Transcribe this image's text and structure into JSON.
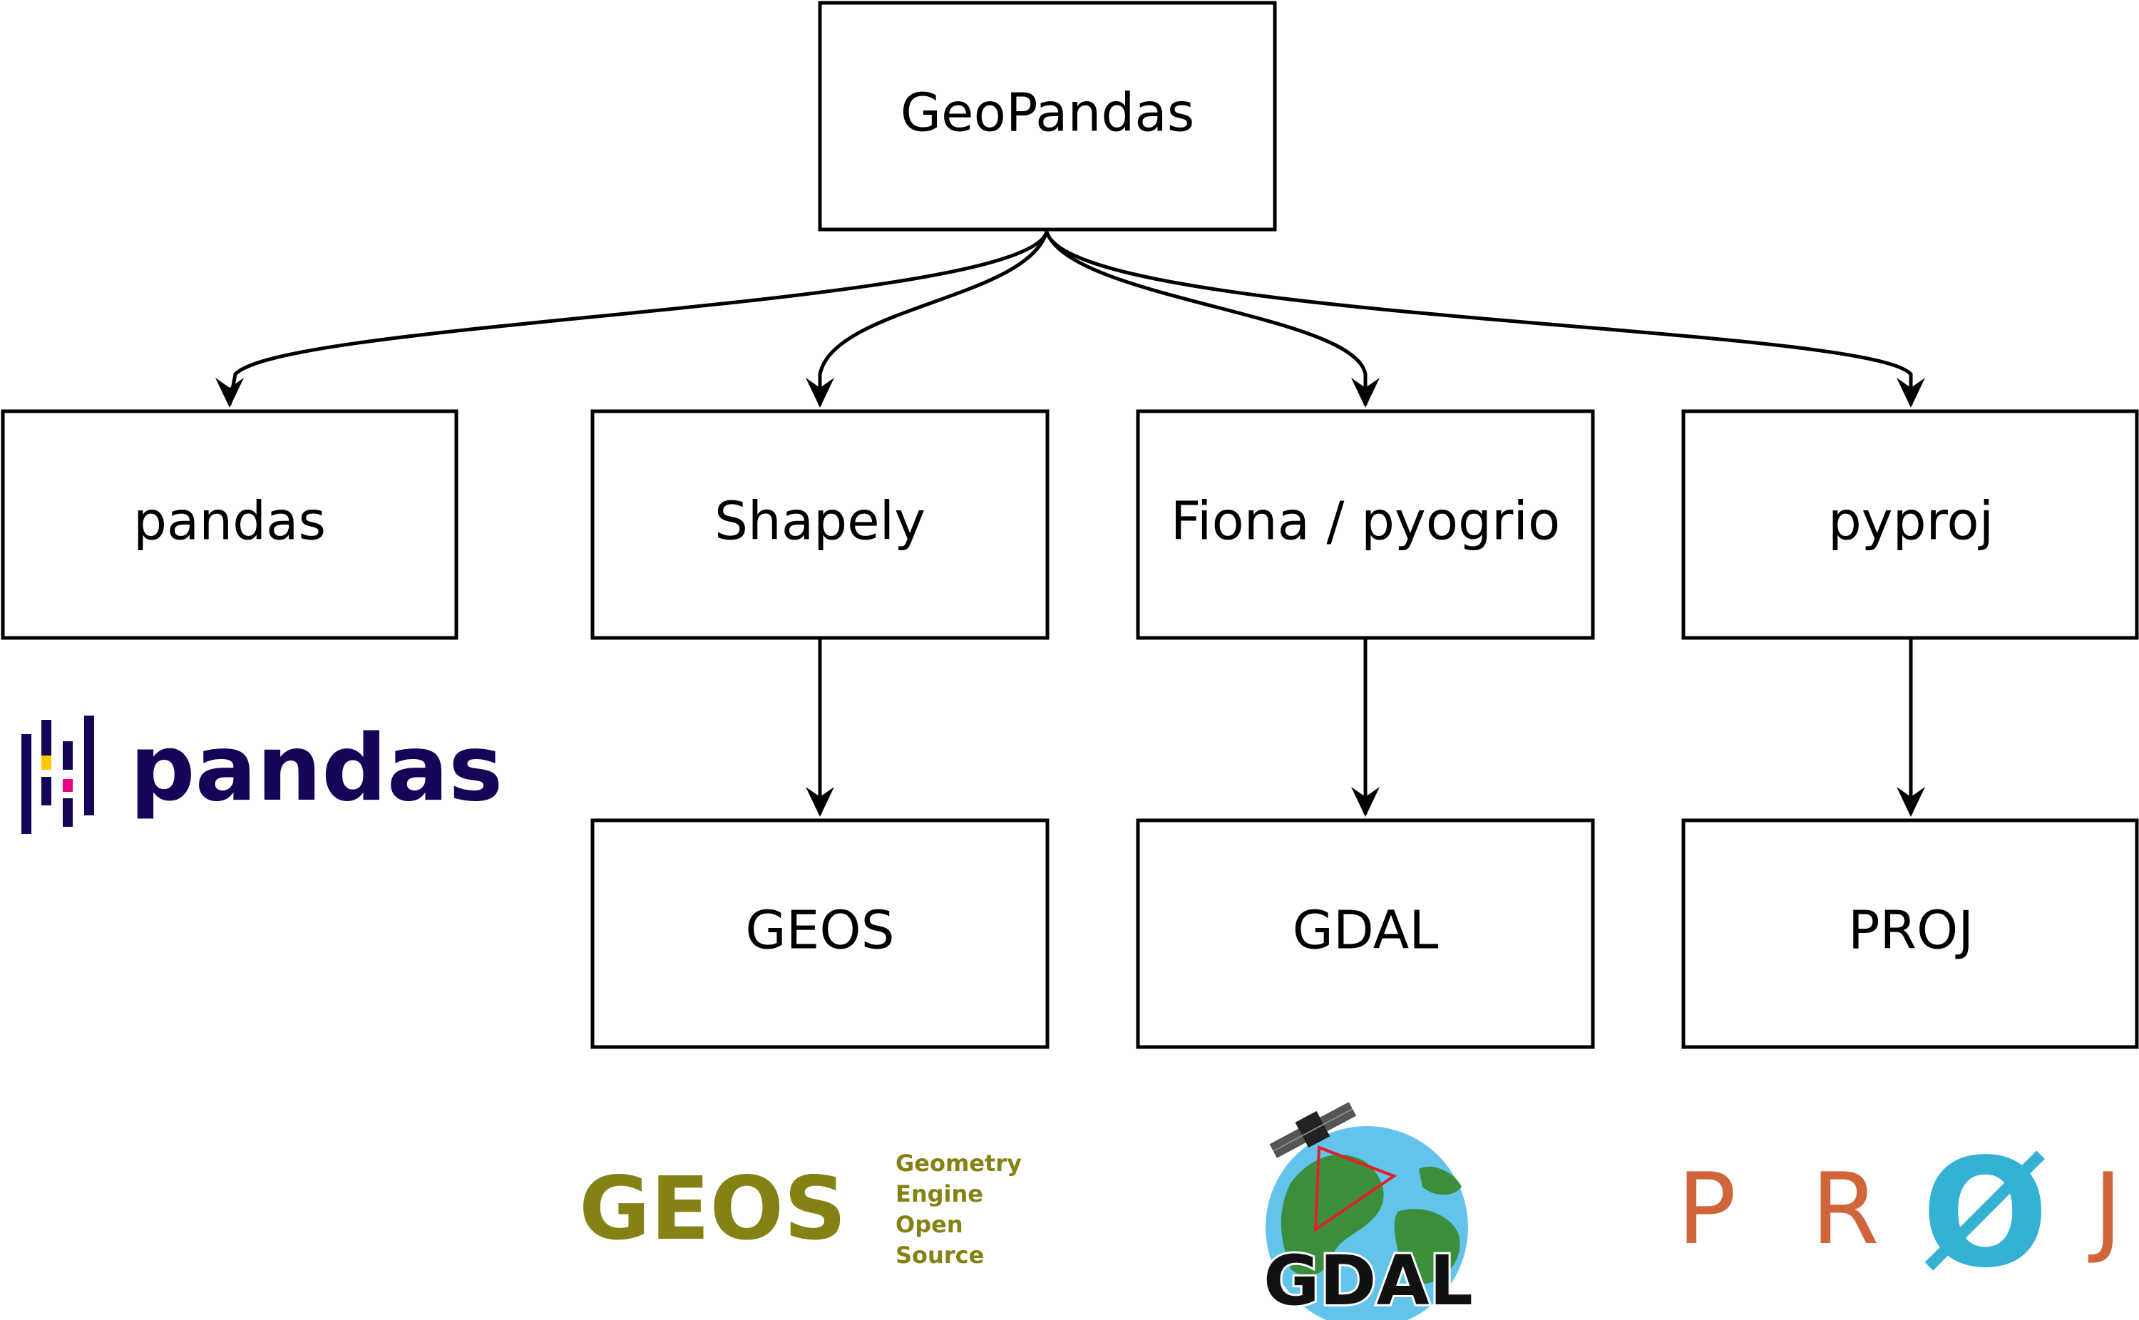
{
  "diagram": {
    "nodes": {
      "geopandas": "GeoPandas",
      "pandas": "pandas",
      "shapely": "Shapely",
      "fiona": "Fiona / pyogrio",
      "pyproj": "pyproj",
      "geos": "GEOS",
      "gdal": "GDAL",
      "proj": "PROJ"
    },
    "edges": [
      {
        "from": "GeoPandas",
        "to": "pandas"
      },
      {
        "from": "GeoPandas",
        "to": "Shapely"
      },
      {
        "from": "GeoPandas",
        "to": "Fiona / pyogrio"
      },
      {
        "from": "GeoPandas",
        "to": "pyproj"
      },
      {
        "from": "Shapely",
        "to": "GEOS"
      },
      {
        "from": "Fiona / pyogrio",
        "to": "GDAL"
      },
      {
        "from": "pyproj",
        "to": "PROJ"
      }
    ]
  },
  "logos": {
    "pandas": {
      "wordmark": "pandas",
      "colors": {
        "primary": "#150458",
        "yellow": "#ffca00",
        "pink": "#e70488"
      },
      "icon": "pandas-bars-icon"
    },
    "geos": {
      "wordmark": "GEOS",
      "lines": [
        "Geometry",
        "Engine",
        "Open",
        "Source"
      ],
      "color": "#848214"
    },
    "gdal": {
      "wordmark": "GDAL",
      "icon": "satellite-globe-icon",
      "colors": {
        "ocean": "#63c4eb",
        "land": "#3d8e3c",
        "signal": "#e0202a"
      }
    },
    "proj": {
      "letters": [
        "P",
        "R",
        "Ø",
        "J"
      ],
      "colors": {
        "letters": "#d0643a",
        "phi": "#35b2d3"
      }
    }
  }
}
